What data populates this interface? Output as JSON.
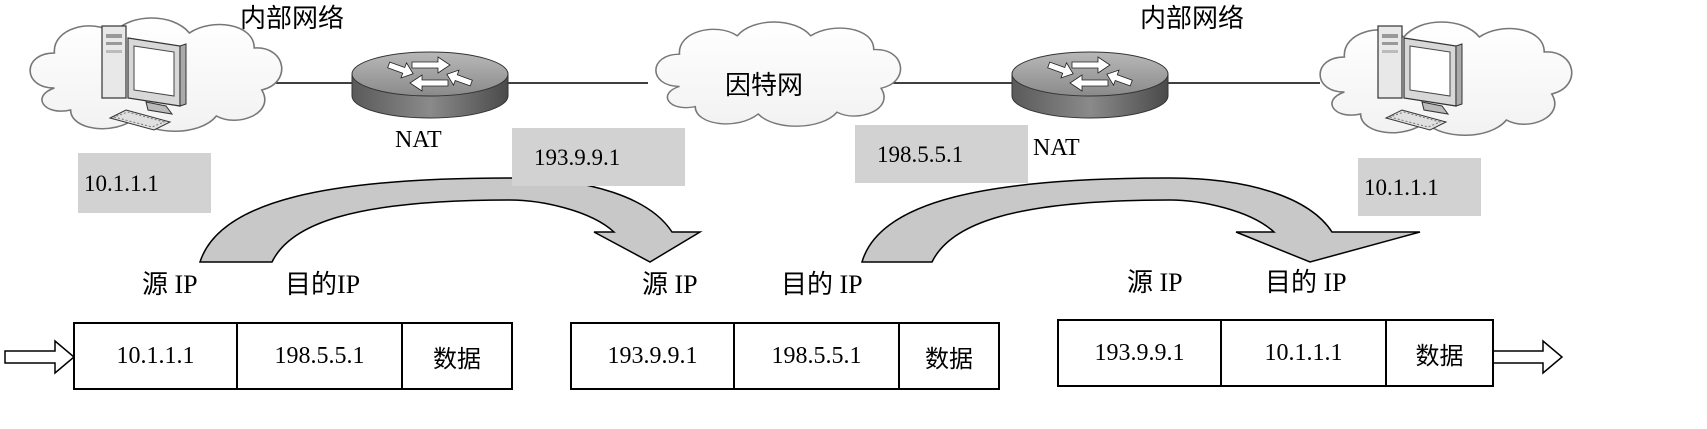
{
  "left_network": {
    "label": "内部网络",
    "host_ip": "10.1.1.1"
  },
  "right_network": {
    "label": "内部网络",
    "host_ip": "10.1.1.1"
  },
  "internet": {
    "label": "因特网"
  },
  "left_router": {
    "label": "NAT",
    "public_ip": "193.9.9.1",
    "icon": "router-icon"
  },
  "right_router": {
    "label": "NAT",
    "public_ip": "198.5.5.1",
    "icon": "router-icon"
  },
  "field_labels": {
    "src": "源 IP",
    "dst_a": "目的IP",
    "dst_b": "目的 IP"
  },
  "packets": [
    {
      "src": "10.1.1.1",
      "dst": "198.5.5.1",
      "payload": "数据"
    },
    {
      "src": "193.9.9.1",
      "dst": "198.5.5.1",
      "payload": "数据"
    },
    {
      "src": "193.9.9.1",
      "dst": "10.1.1.1",
      "payload": "数据"
    }
  ],
  "colors": {
    "ip_tag": "#d2d2d2",
    "arrow_fill": "#c8c8c8",
    "router_top": "#9a9a9a",
    "router_side": "#6e6e6e"
  }
}
